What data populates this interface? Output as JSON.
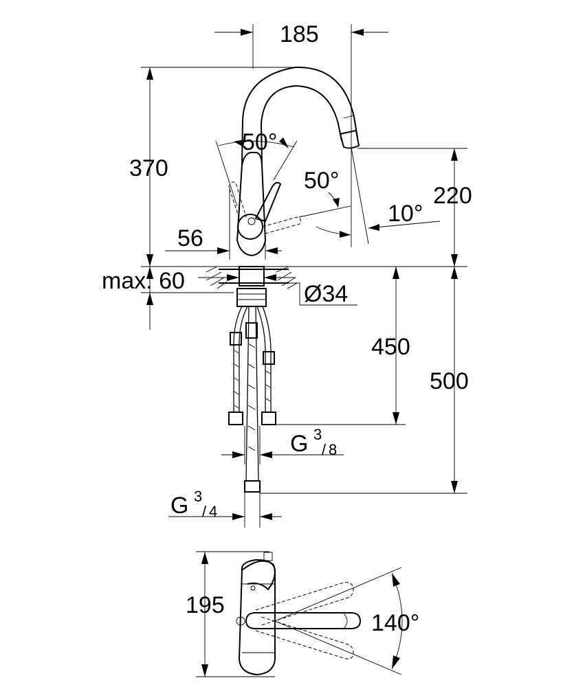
{
  "dimensions": {
    "top_width": "185",
    "total_height": "370",
    "spout_height": "220",
    "lever_angle_back": "50°",
    "lever_angle_side": "50°",
    "spout_tilt": "10°",
    "lever_offset": "56",
    "max_thickness": "max. 60",
    "hole_diameter": "Ø34",
    "hose_length": "450",
    "supply_length": "500",
    "hose_thread_prefix": "G",
    "hose_thread_num": "3",
    "hose_thread_den": "8",
    "supply_thread_prefix": "G",
    "supply_thread_num": "3",
    "supply_thread_den": "4",
    "depth": "195",
    "swivel_angle": "140°"
  }
}
